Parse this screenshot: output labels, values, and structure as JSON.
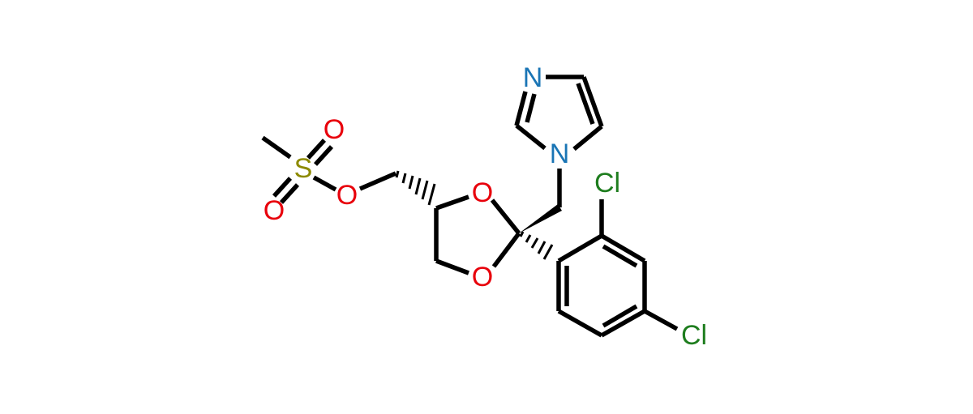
{
  "structure": {
    "atoms": {
      "O_top": {
        "label": "O",
        "color": "#e8000b"
      },
      "O_bottom": {
        "label": "O",
        "color": "#e8000b"
      },
      "O_ester": {
        "label": "O",
        "color": "#e8000b"
      },
      "O_s1": {
        "label": "O",
        "color": "#e8000b"
      },
      "O_s2": {
        "label": "O",
        "color": "#e8000b"
      },
      "S": {
        "label": "S",
        "color": "#8d8a00"
      },
      "N_1": {
        "label": "N",
        "color": "#1a75b5"
      },
      "N_3": {
        "label": "N",
        "color": "#1a75b5"
      },
      "Cl_2": {
        "label": "Cl",
        "color": "#1e7d1e"
      },
      "Cl_4": {
        "label": "Cl",
        "color": "#1e7d1e"
      }
    },
    "colors": {
      "bond": "#000000",
      "background": "#ffffff"
    }
  }
}
